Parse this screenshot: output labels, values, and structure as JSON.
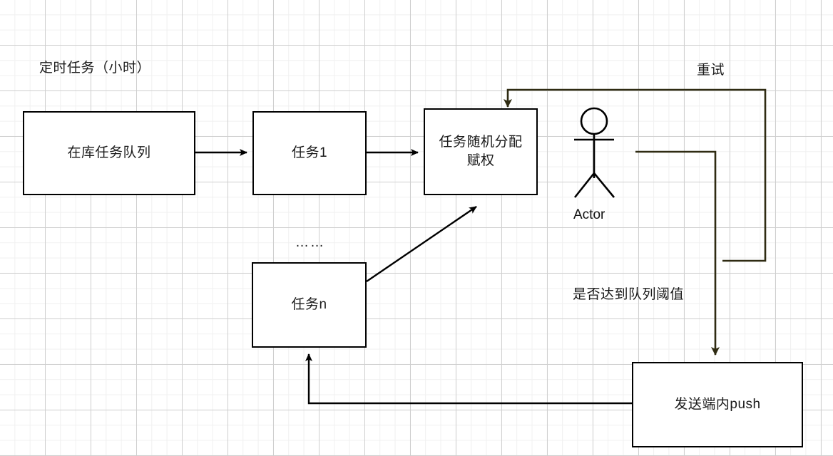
{
  "diagram": {
    "title_label": "定时任务（小时）",
    "retry_label": "重试",
    "threshold_label": "是否达到队列阈值",
    "ellipsis_label": "……",
    "actor_name": "Actor",
    "colors": {
      "stroke": "#000000",
      "accent_flow": "#2f2b12",
      "grid_minor": "#f0f0f0",
      "grid_major": "#cfcfcf",
      "node_fill": "#ffffff",
      "text": "#1a1a1a"
    },
    "nodes": [
      {
        "id": "queue",
        "label": "在库任务队列"
      },
      {
        "id": "task1",
        "label": "任务1"
      },
      {
        "id": "assign",
        "label": "任务随机分配赋权"
      },
      {
        "id": "taskn",
        "label": "任务n"
      },
      {
        "id": "push",
        "label": "发送端内push"
      }
    ],
    "edges": [
      {
        "from": "queue",
        "to": "task1",
        "label": ""
      },
      {
        "from": "task1",
        "to": "assign",
        "label": ""
      },
      {
        "from": "taskn",
        "to": "assign",
        "label": ""
      },
      {
        "from": "actor",
        "to": "push",
        "label": "是否达到队列阈值"
      },
      {
        "from": "push",
        "to": "assign",
        "label": "重试"
      },
      {
        "from": "push",
        "to": "taskn",
        "label": ""
      }
    ]
  }
}
